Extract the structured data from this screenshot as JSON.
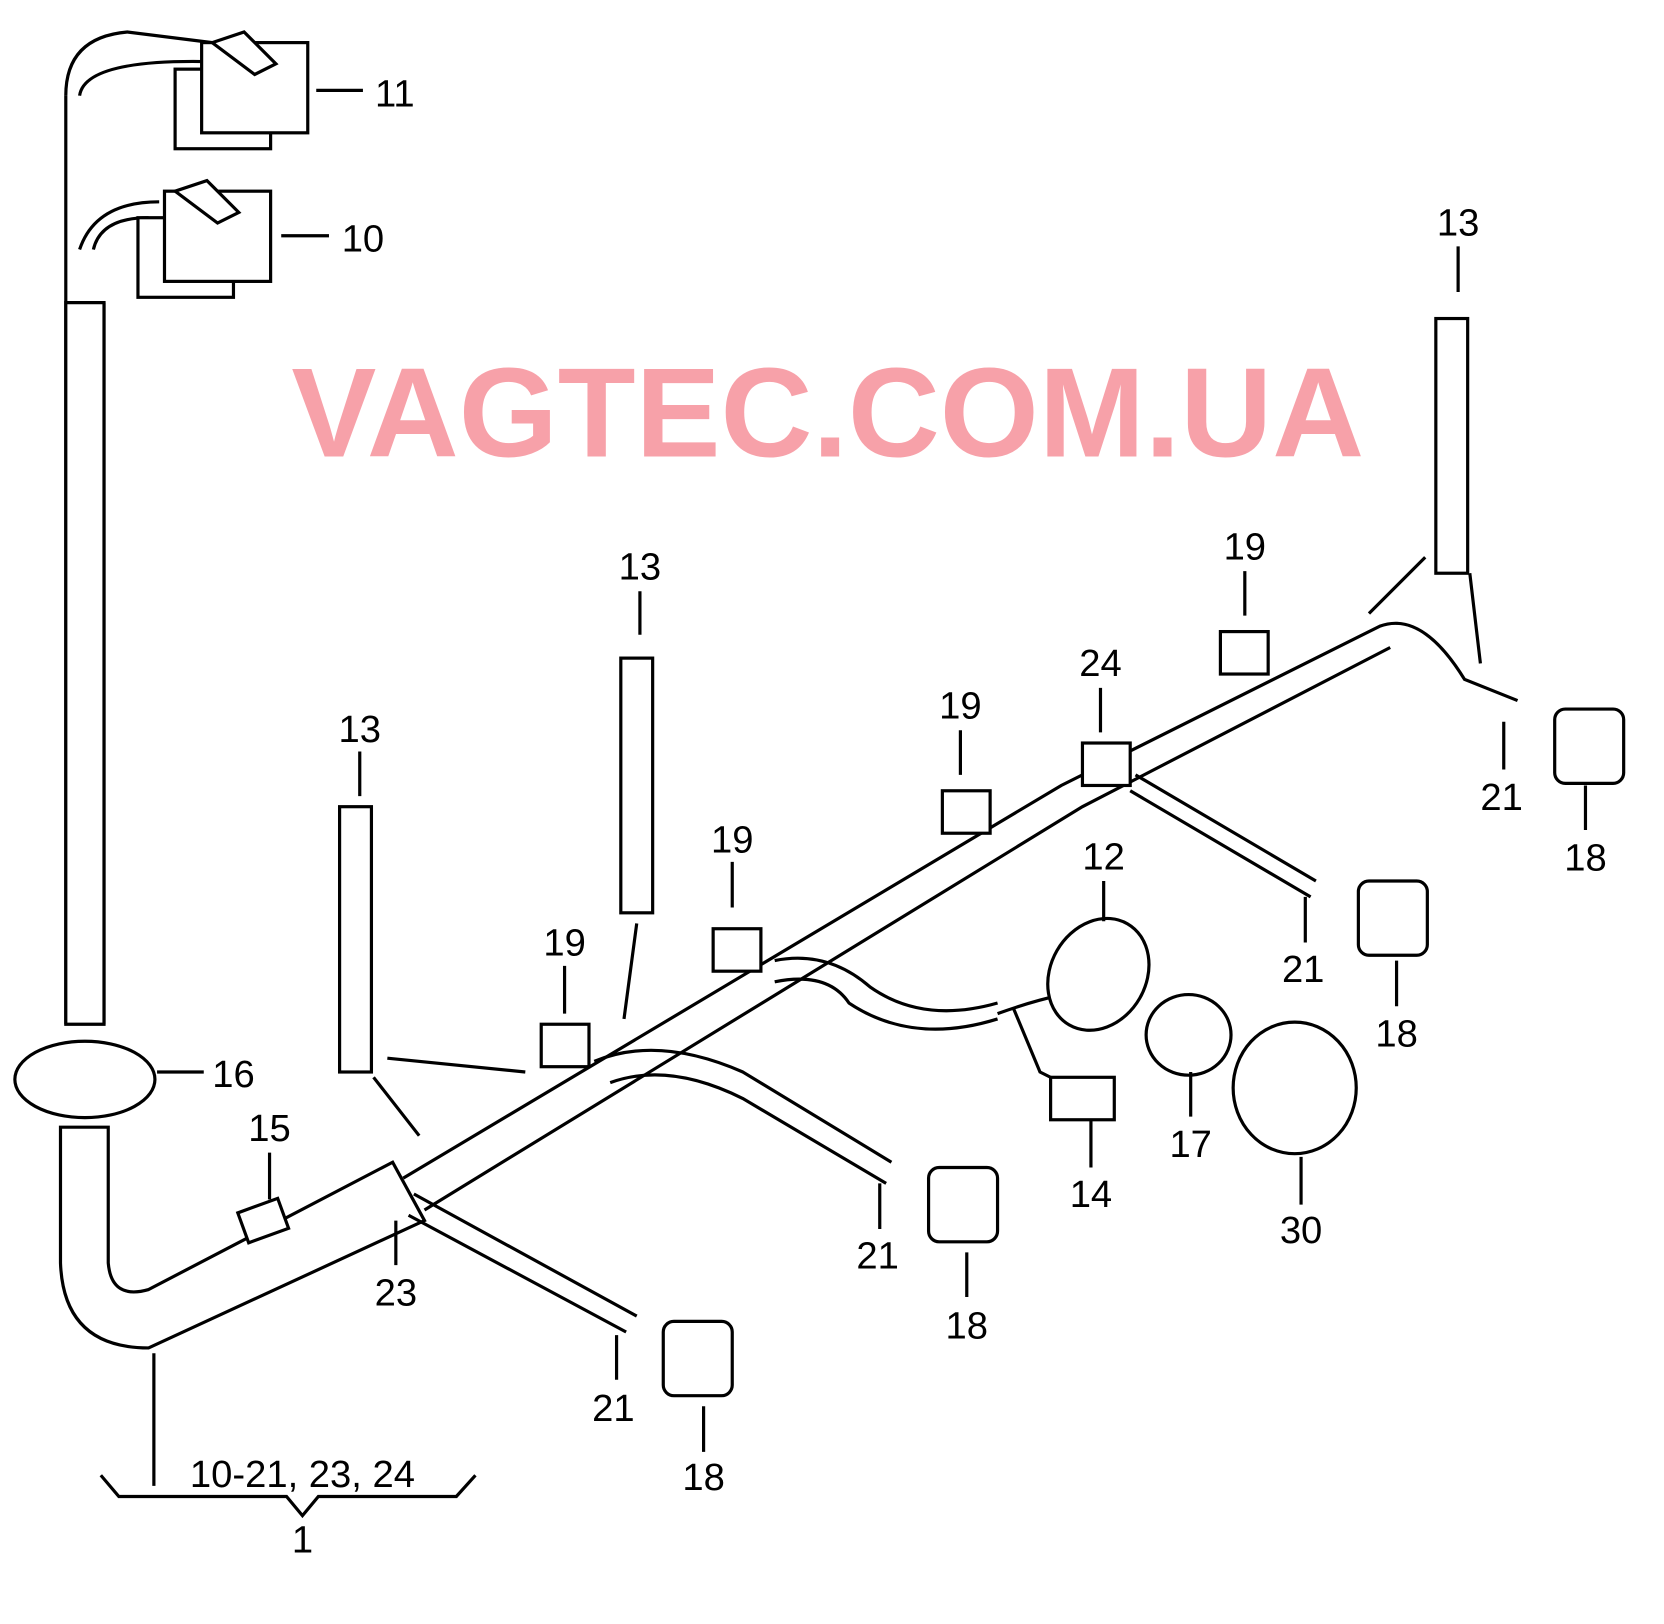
{
  "watermark": "VAGTEC.COM.UA",
  "labels": {
    "p11": "11",
    "p10": "10",
    "p13a": "13",
    "p13b": "13",
    "p13c": "13",
    "p19a": "19",
    "p24": "24",
    "p19b": "19",
    "p19c": "19",
    "p12": "12",
    "p19d": "19",
    "p16": "16",
    "p15": "15",
    "p23": "23",
    "p21a": "21",
    "p18a": "18",
    "p21b": "21",
    "p18b": "18",
    "p17": "17",
    "p14": "14",
    "p30": "30",
    "p21c": "21",
    "p18c": "18",
    "p21d": "21",
    "p18d": "18",
    "group_range": "10-21, 23, 24",
    "group_main": "1"
  }
}
